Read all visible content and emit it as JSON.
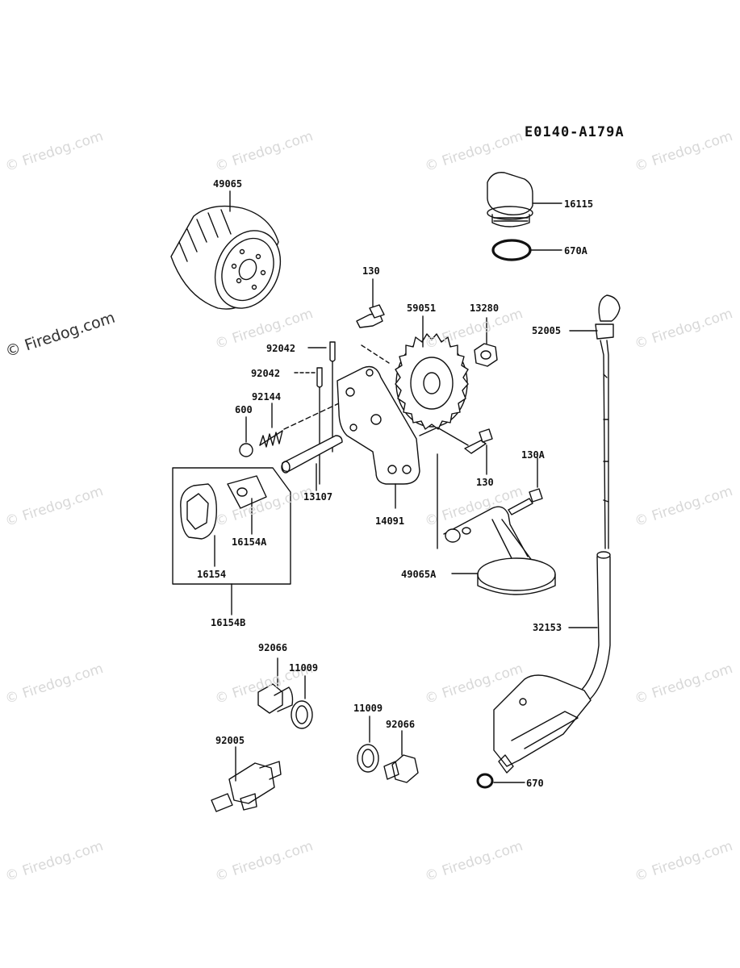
{
  "diagram_code": "E0140-A179A",
  "watermark": "© Firedog.com",
  "watermark_main": "© Firedog.com",
  "parts": {
    "p49065": "49065",
    "p16115": "16115",
    "p670A": "670A",
    "p130_top": "130",
    "p59051": "59051",
    "p13280": "13280",
    "p52005": "52005",
    "p92042_a": "92042",
    "p92042_b": "92042",
    "p92144": "92144",
    "p600": "600",
    "p130_mid": "130",
    "p130A": "130A",
    "p13107": "13107",
    "p16154A": "16154A",
    "p14091": "14091",
    "p16154": "16154",
    "p49065A": "49065A",
    "p16154B": "16154B",
    "p32153": "32153",
    "p92066_a": "92066",
    "p11009_a": "11009",
    "p11009_b": "11009",
    "p92066_b": "92066",
    "p92005": "92005",
    "p670": "670"
  }
}
